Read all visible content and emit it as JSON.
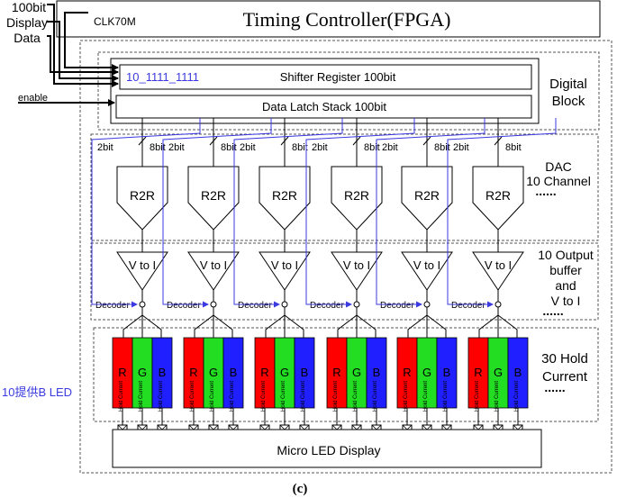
{
  "inputs": {
    "data_label_line1": "100bit",
    "data_label_line2": "Display",
    "data_label_line3": "Data",
    "clock_label": "CLK70M",
    "enable_label": "enable"
  },
  "controller": {
    "title": "Timing Controller(FPGA)"
  },
  "digital": {
    "shifter_value": "10_1111_1111",
    "shifter_label": "Shifter Register 100bit",
    "latch_label": "Data Latch Stack 100bit",
    "block_label_line1": "Digital",
    "block_label_line2": "Block"
  },
  "channel": {
    "bus_2bit": "2bit",
    "bus_8bit": "8bit",
    "dac_label": "R2R",
    "converter_label": "V to I",
    "decoder_label": "Decoder",
    "subpixels": [
      {
        "letter": "R",
        "caption": "Hold Current",
        "color": "#ff0000"
      },
      {
        "letter": "G",
        "caption": "Hold Current",
        "color": "#22dd22"
      },
      {
        "letter": "B",
        "caption": "Hold Current",
        "color": "#1f1fff"
      }
    ]
  },
  "dac_section": {
    "line1": "DAC",
    "line2": "10 Channel",
    "ellipsis": "......"
  },
  "buffer_section": {
    "line1": "10 Output",
    "line2": "buffer",
    "line3": "and",
    "line4": "V to I",
    "ellipsis": "......"
  },
  "hold_section": {
    "line1": "30 Hold",
    "line2": "Current",
    "ellipsis": "......"
  },
  "side_note": "10提供B LED",
  "display": {
    "label": "Micro LED Display"
  },
  "caption": "(c)",
  "colors": {
    "accent_blue": "#3a3ae0",
    "line": "#000000",
    "dashed": "#555555"
  }
}
